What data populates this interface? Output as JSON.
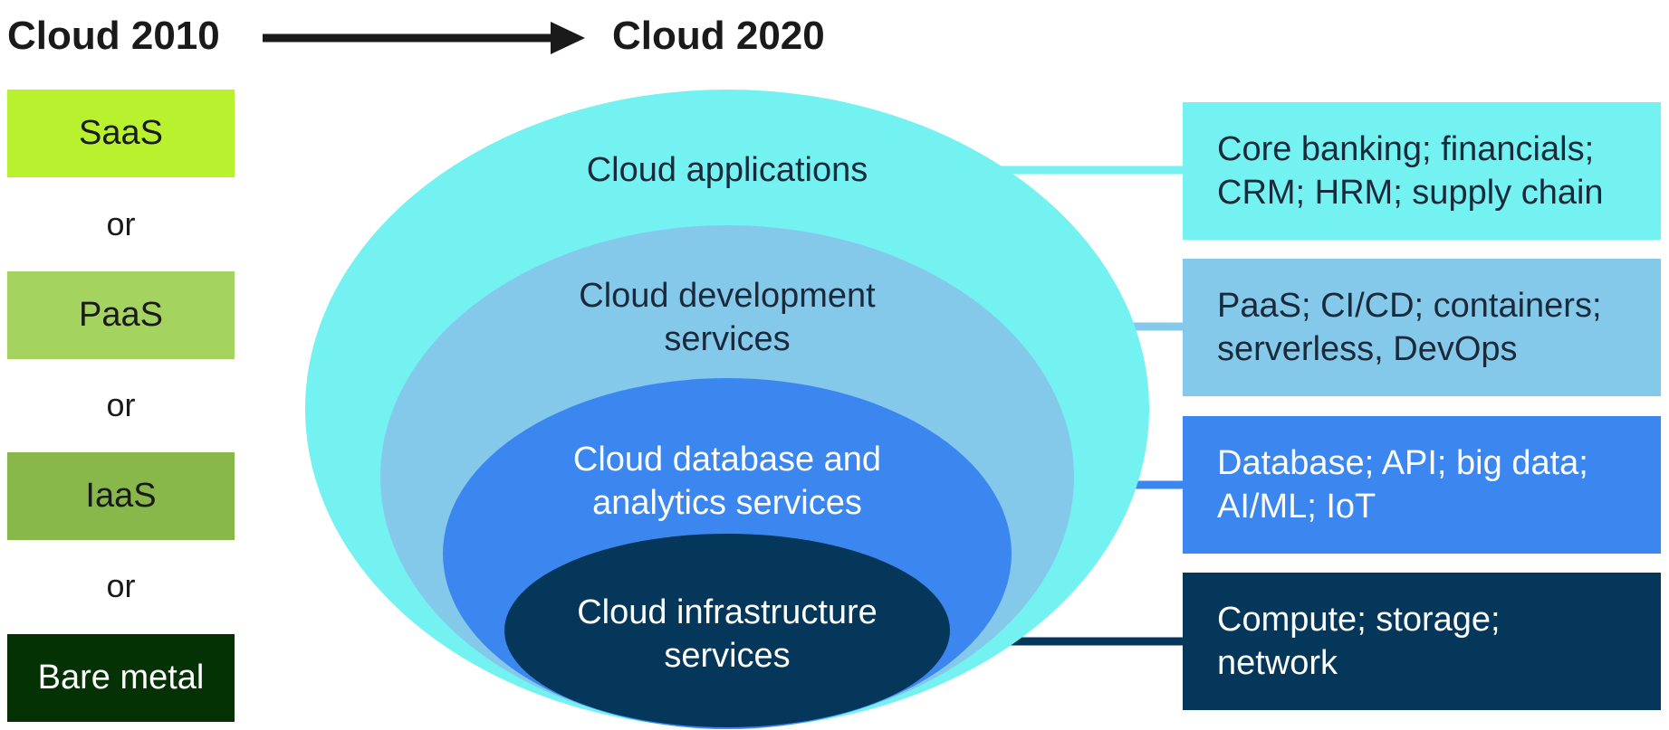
{
  "header": {
    "from_title": "Cloud 2010",
    "to_title": "Cloud 2020"
  },
  "legacy_models": [
    {
      "label": "SaaS",
      "color": "#b8f22f",
      "text_color": "#1a1a1a"
    },
    {
      "label": "PaaS",
      "color": "#a5d35f",
      "text_color": "#1a1a1a"
    },
    {
      "label": "IaaS",
      "color": "#88b74a",
      "text_color": "#1a1a1a"
    },
    {
      "label": "Bare metal",
      "color": "#053204",
      "text_color": "#ffffff"
    }
  ],
  "separator": "or",
  "cloud_layers": [
    {
      "label_lines": [
        "Cloud applications"
      ],
      "color": "#74f1f1",
      "text_color": "#1a2a3a",
      "examples": [
        "Core banking; financials;",
        "CRM; HRM; supply chain"
      ]
    },
    {
      "label_lines": [
        "Cloud development",
        "services"
      ],
      "color": "#84c9ea",
      "text_color": "#1a2a3a",
      "examples": [
        "PaaS; CI/CD; containers;",
        "serverless, DevOps"
      ]
    },
    {
      "label_lines": [
        "Cloud database and",
        "analytics services"
      ],
      "color": "#3c87ef",
      "text_color": "#ffffff",
      "examples": [
        "Database; API; big data;",
        "AI/ML; IoT"
      ]
    },
    {
      "label_lines": [
        "Cloud infrastructure",
        "services"
      ],
      "color": "#04375a",
      "text_color": "#ffffff",
      "examples": [
        "Compute; storage;",
        "network"
      ]
    }
  ]
}
